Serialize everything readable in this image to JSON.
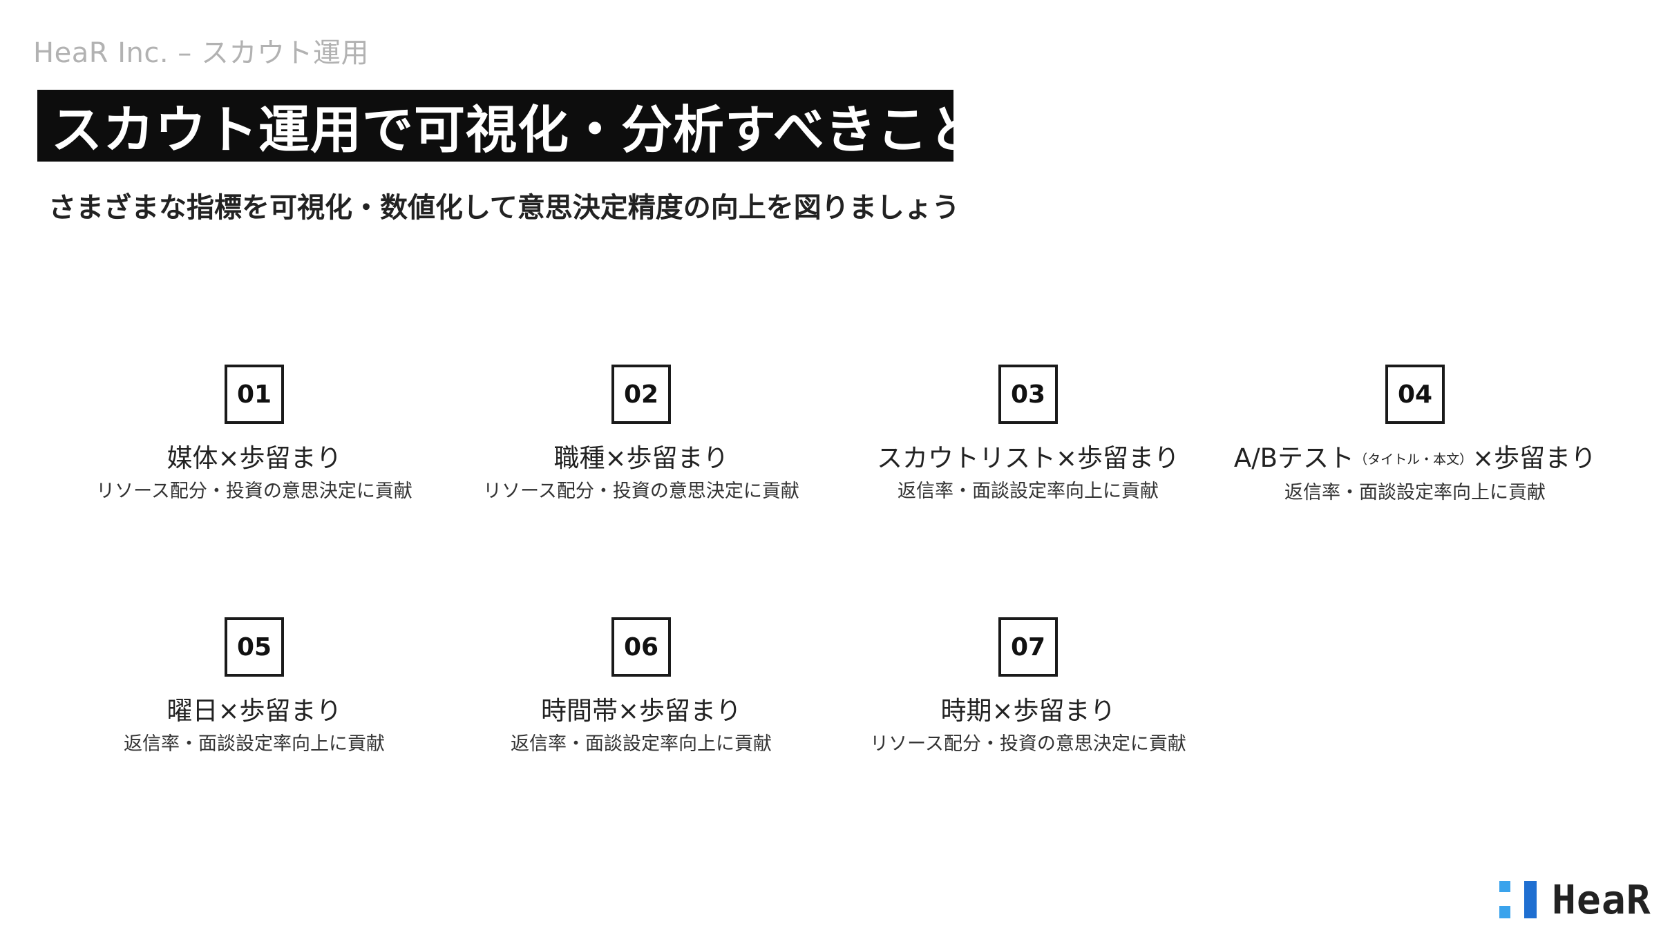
{
  "header": {
    "label": "HeaR Inc. – スカウト運用"
  },
  "title": "スカウト運用で可視化・分析すべきこと",
  "subtitle": "さまざまな指標を可視化・数値化して意思決定精度の向上を図りましょう",
  "items": [
    {
      "num": "01",
      "title": "媒体×歩留まり",
      "desc": "リソース配分・投資の意思決定に貢献"
    },
    {
      "num": "02",
      "title": "職種×歩留まり",
      "desc": "リソース配分・投資の意思決定に貢献"
    },
    {
      "num": "03",
      "title": "スカウトリスト×歩留まり",
      "desc": "返信率・面談設定率向上に貢献"
    },
    {
      "num": "04",
      "title_pre": "A/Bテスト",
      "title_note": "（タイトル・本文）",
      "title_post": "×歩留まり",
      "desc": "返信率・面談設定率向上に貢献"
    },
    {
      "num": "05",
      "title": "曜日×歩留まり",
      "desc": "返信率・面談設定率向上に貢献"
    },
    {
      "num": "06",
      "title": "時間帯×歩留まり",
      "desc": "返信率・面談設定率向上に貢献"
    },
    {
      "num": "07",
      "title": "時期×歩留まり",
      "desc": "リソース配分・投資の意思決定に貢献"
    }
  ],
  "logo": {
    "text": "HeaR"
  },
  "colors": {
    "title_bg": "#0d0d0d",
    "logo_light_blue": "#3aa3ec",
    "logo_blue": "#1f6fd1"
  }
}
